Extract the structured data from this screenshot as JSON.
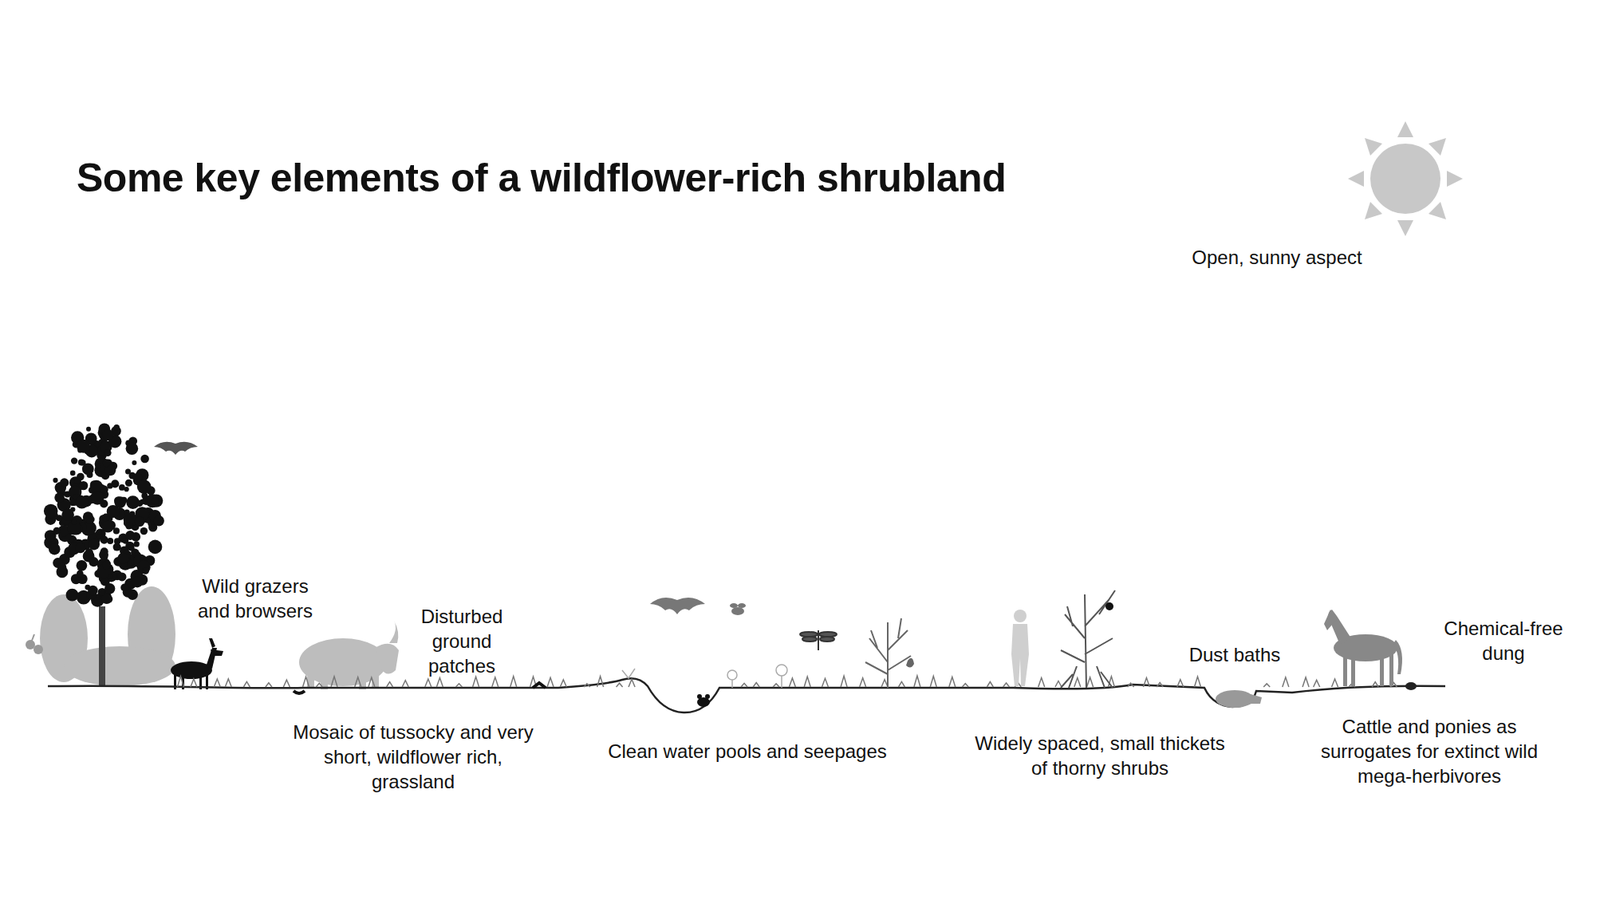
{
  "diagram": {
    "title": "Some key elements of a wildflower-rich shrubland",
    "labels": [
      "Open, sunny aspect",
      "Wild grazers and browsers",
      "Disturbed ground patches",
      "Mosaic of tussocky and very short, wildflower rich, grassland",
      "Clean water pools and seepages",
      "Widely spaced, small thickets of thorny shrubs",
      "Dust baths",
      "Chemical-free dung",
      "Cattle and ponies as surrogates for extinct wild mega-herbivores"
    ]
  }
}
